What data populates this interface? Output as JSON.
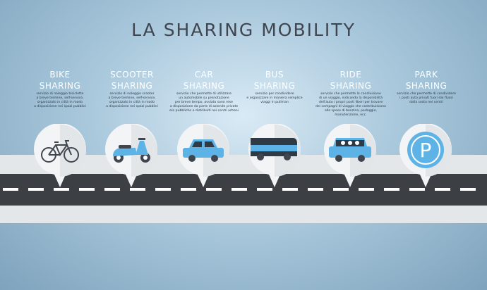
{
  "title": "LA SHARING MOBILITY",
  "colors": {
    "accent": "#5db3e6",
    "dark": "#3f4650",
    "road": "#3c4045"
  },
  "items": [
    {
      "label_1": "BIKE",
      "label_2": "SHARING",
      "icon": "bicycle-icon",
      "desc": [
        "servizio di noleggio biciclette",
        "a breve termine, self-service,",
        "organizzato in città in modo",
        "a disposizione nei spazi pubblici"
      ]
    },
    {
      "label_1": "SCOOTER",
      "label_2": "SHARING",
      "icon": "scooter-icon",
      "desc": [
        "servizio di noleggio scooter",
        "a breve termine, self-service,",
        "organizzato in città in modo",
        "a disposizione nei spazi pubblici"
      ]
    },
    {
      "label_1": "CAR",
      "label_2": "SHARING",
      "icon": "car-icon",
      "desc": [
        "servizio che permette di utilizzare",
        "un automobile su prenotazione",
        "per breve tempo, avviato sono rese",
        "a disposizione da parte di aziende private",
        "e/o pubbliche e distribuiti nei centri urbani"
      ]
    },
    {
      "label_1": "BUS",
      "label_2": "SHARING",
      "icon": "bus-icon",
      "desc": [
        "servizio per condividere",
        "e organizzare in maniera semplice",
        "viaggi in pullman"
      ]
    },
    {
      "label_1": "RIDE",
      "label_2": "SHARING",
      "icon": "ride-car-icon",
      "desc": [
        "servizio che permette la condivisione",
        "di un viaggio, indicando la disponibilità",
        "dell'auto i propri posti liberi per trovare",
        "dei compagni di viaggio che contribuiscono",
        "alle spese di benzina, pedaggio,",
        "manutenzione, ecc."
      ]
    },
    {
      "label_1": "PARK",
      "label_2": "SHARING",
      "icon": "parking-icon",
      "glyph": "P",
      "desc": [
        "servizio che permette di condividere",
        "i posti auto privati fuori dai flussi",
        "dalla sosta nei centri"
      ]
    }
  ]
}
